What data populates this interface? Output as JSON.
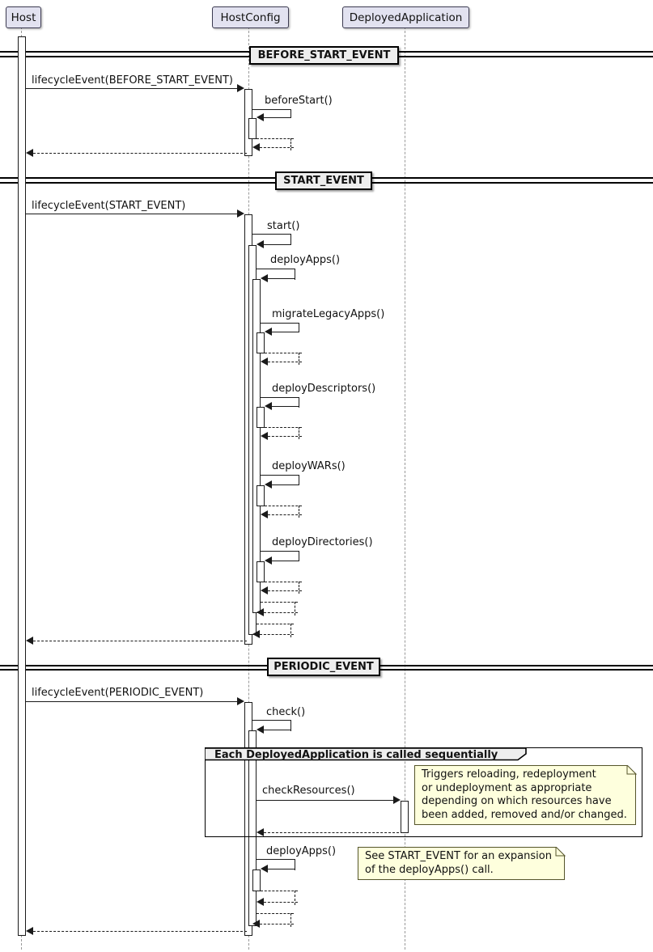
{
  "diagram_type": "uml-sequence-diagram",
  "participants": [
    {
      "name": "Host"
    },
    {
      "name": "HostConfig"
    },
    {
      "name": "DeployedApplication"
    }
  ],
  "dividers": [
    {
      "label": "BEFORE_START_EVENT"
    },
    {
      "label": "START_EVENT"
    },
    {
      "label": "PERIODIC_EVENT"
    }
  ],
  "messages": {
    "lifecycle_before": "lifecycleEvent(BEFORE_START_EVENT)",
    "before_start": "beforeStart()",
    "lifecycle_start": "lifecycleEvent(START_EVENT)",
    "start": "start()",
    "deploy_apps": "deployApps()",
    "migrate_legacy_apps": "migrateLegacyApps()",
    "deploy_descriptors": "deployDescriptors()",
    "deploy_wars": "deployWARs()",
    "deploy_directories": "deployDirectories()",
    "lifecycle_periodic": "lifecycleEvent(PERIODIC_EVENT)",
    "check": "check()",
    "check_resources": "checkResources()",
    "deploy_apps_2": "deployApps()"
  },
  "frame": {
    "label": "Each DeployedApplication is called sequentially"
  },
  "notes": {
    "check_resources_note": "Triggers reloading, redeployment\nor undeployment as appropriate\ndepending on which resources have\nbeen added, removed and/or changed.",
    "deploy_apps_note": "See START_EVENT for an expansion\nof the deployApps() call."
  },
  "colors": {
    "participant_fill": "#E2E2F0",
    "participant_border": "#3b3a50",
    "divider_fill": "#EEEEEE",
    "frame_header_fill": "#EEEEEE",
    "note_fill": "#FEFFDD",
    "line": "#1a1a1a",
    "lifeline": "#999999",
    "background": "#FFFFFF"
  }
}
